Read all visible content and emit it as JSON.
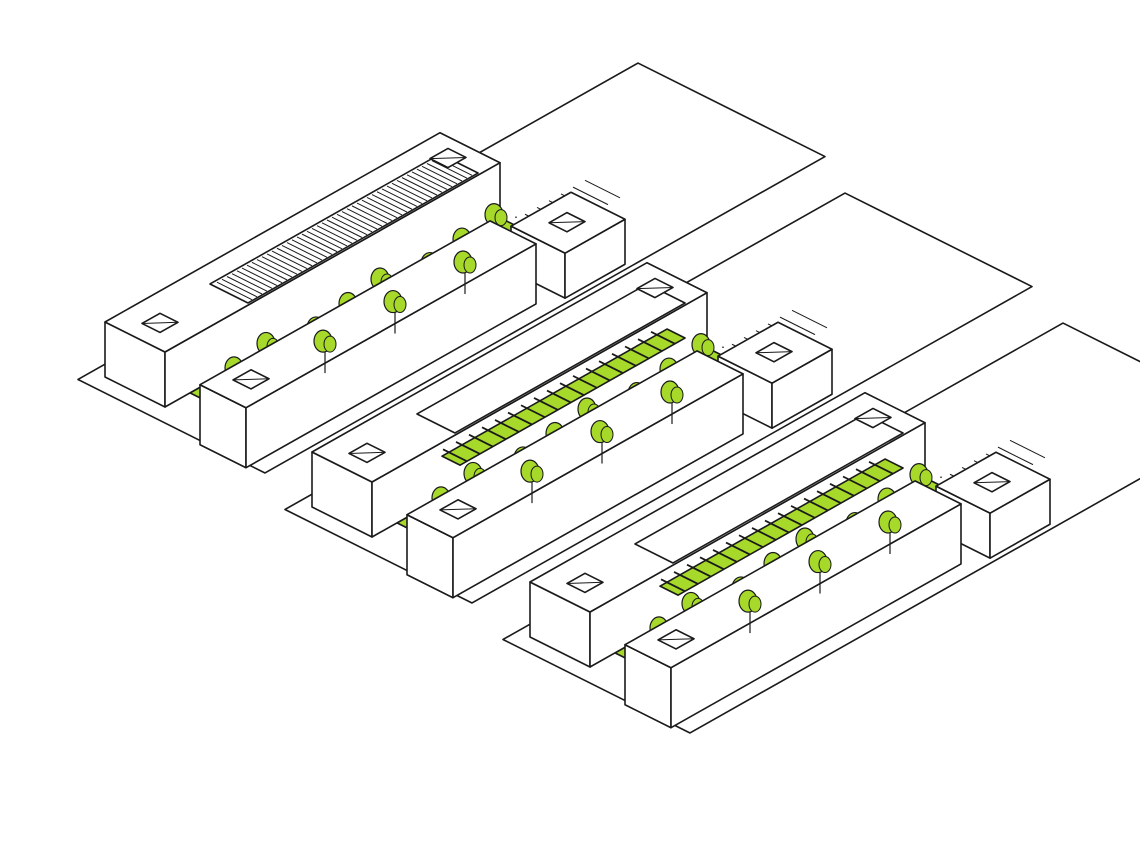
{
  "colors": {
    "green": "#a6d92a",
    "ink": "#1a1a1a",
    "paper": "#ffffff"
  },
  "blocks": [
    {
      "name": "block-1",
      "variant": "hatched-courtyard"
    },
    {
      "name": "block-2",
      "variant": "pergola"
    },
    {
      "name": "block-3",
      "variant": "pergola"
    }
  ]
}
